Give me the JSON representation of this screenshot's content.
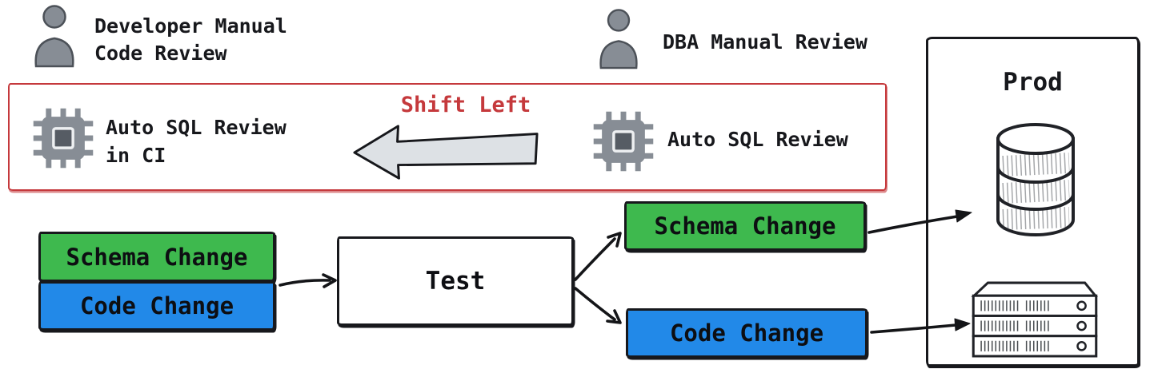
{
  "diagram": {
    "actors": {
      "developer_label": "Developer Manual\nCode Review",
      "dba_label": "DBA Manual Review"
    },
    "shift_left": {
      "title": "Shift Left",
      "ci_label": "Auto SQL Review\nin CI",
      "review_label": "Auto SQL Review"
    },
    "flow": {
      "schema_left": "Schema Change",
      "code_left": "Code Change",
      "test": "Test",
      "schema_right": "Schema Change",
      "code_right": "Code Change"
    },
    "prod": {
      "title": "Prod"
    },
    "icons": {
      "developer": "person-icon",
      "dba": "person-icon",
      "auto_review": "cpu-chip-icon",
      "shift_direction": "left-arrow-icon",
      "prod_database": "database-icon",
      "prod_server": "server-rack-icon"
    },
    "colors": {
      "schema_green": "#3eb94e",
      "code_blue": "#2289e8",
      "accent_red": "#c5393c",
      "icon_gray": "#878d95",
      "arrow_fill": "#dde1e5",
      "outline_dark": "#17181c"
    }
  }
}
